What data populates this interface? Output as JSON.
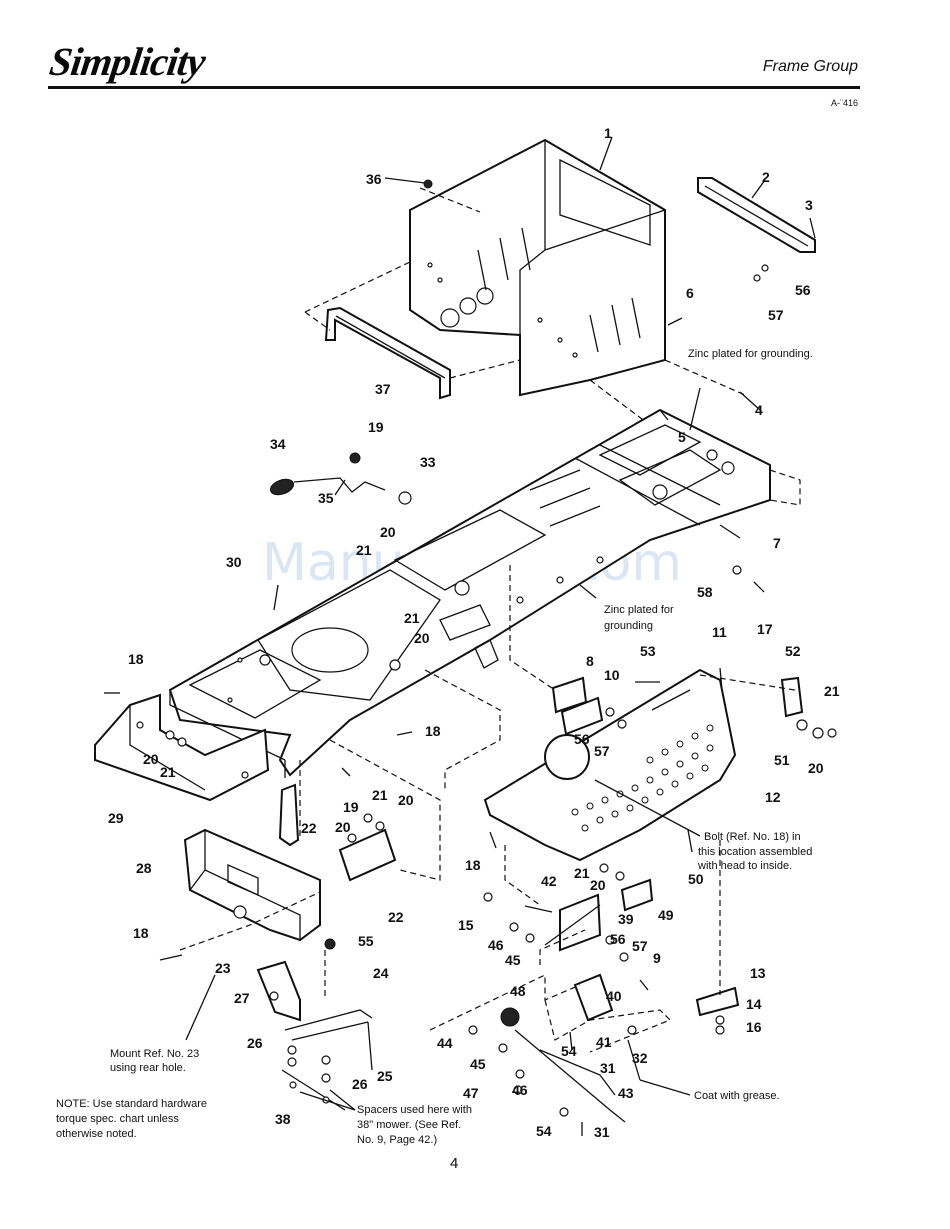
{
  "header": {
    "brand": "Simplicity",
    "section_title": "Frame Group",
    "diagram_code": "A-¨416"
  },
  "watermark": "ManualsLib.com",
  "callouts": [
    "1",
    "2",
    "3",
    "36",
    "56",
    "6",
    "57",
    "37",
    "4",
    "5",
    "19",
    "34",
    "33",
    "35",
    "20",
    "7",
    "21",
    "30",
    "58",
    "17",
    "21",
    "20",
    "18",
    "8",
    "10",
    "53",
    "11",
    "52",
    "21",
    "56",
    "57",
    "18",
    "51",
    "20",
    "20",
    "21",
    "12",
    "19",
    "21",
    "20",
    "29",
    "22",
    "20",
    "22",
    "28",
    "18",
    "50",
    "21",
    "20",
    "49",
    "42",
    "39",
    "15",
    "46",
    "56",
    "57",
    "55",
    "45",
    "9",
    "18",
    "23",
    "24",
    "27",
    "48",
    "40",
    "13",
    "14",
    "16",
    "44",
    "41",
    "32",
    "54",
    "31",
    "26",
    "45",
    "25",
    "26",
    "47",
    "46",
    "43",
    "38",
    "54",
    "31"
  ],
  "notes": {
    "zinc_plated_upper": "Zinc plated for grounding.",
    "zinc_plated_lower_1": "Zinc plated for",
    "zinc_plated_lower_2": "grounding",
    "bolt_note_1": "Bolt (Ref. No. 18) in",
    "bolt_note_2": "this location assembled",
    "bolt_note_3": "with head to inside.",
    "mount_note_1": "Mount Ref. No. 23",
    "mount_note_2": "using rear hole.",
    "general_note_1": "NOTE: Use standard hardware",
    "general_note_2": "torque spec. chart unless",
    "general_note_3": "otherwise noted.",
    "spacers_note_1": "Spacers used here with",
    "spacers_note_2": "38\" mower. (See Ref.",
    "spacers_note_3": "No. 9, Page 42.)",
    "grease_note": "Coat with grease."
  },
  "footer": {
    "page_number": "4"
  }
}
